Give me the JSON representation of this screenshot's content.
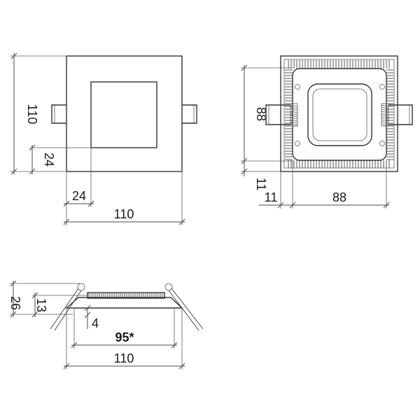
{
  "front_view": {
    "height_total": "110",
    "height_window": "24",
    "width_window": "24",
    "width_total": "110"
  },
  "back_view": {
    "height_inner": "88",
    "height_offset": "11",
    "width_offset": "11",
    "width_inner": "88"
  },
  "side_view": {
    "height_total": "26",
    "height_body": "13",
    "rim_thickness": "4",
    "cutout_width": "95*",
    "width_total": "110"
  },
  "colors": {
    "line": "#4a4a4a",
    "text": "#1a1a1a"
  }
}
